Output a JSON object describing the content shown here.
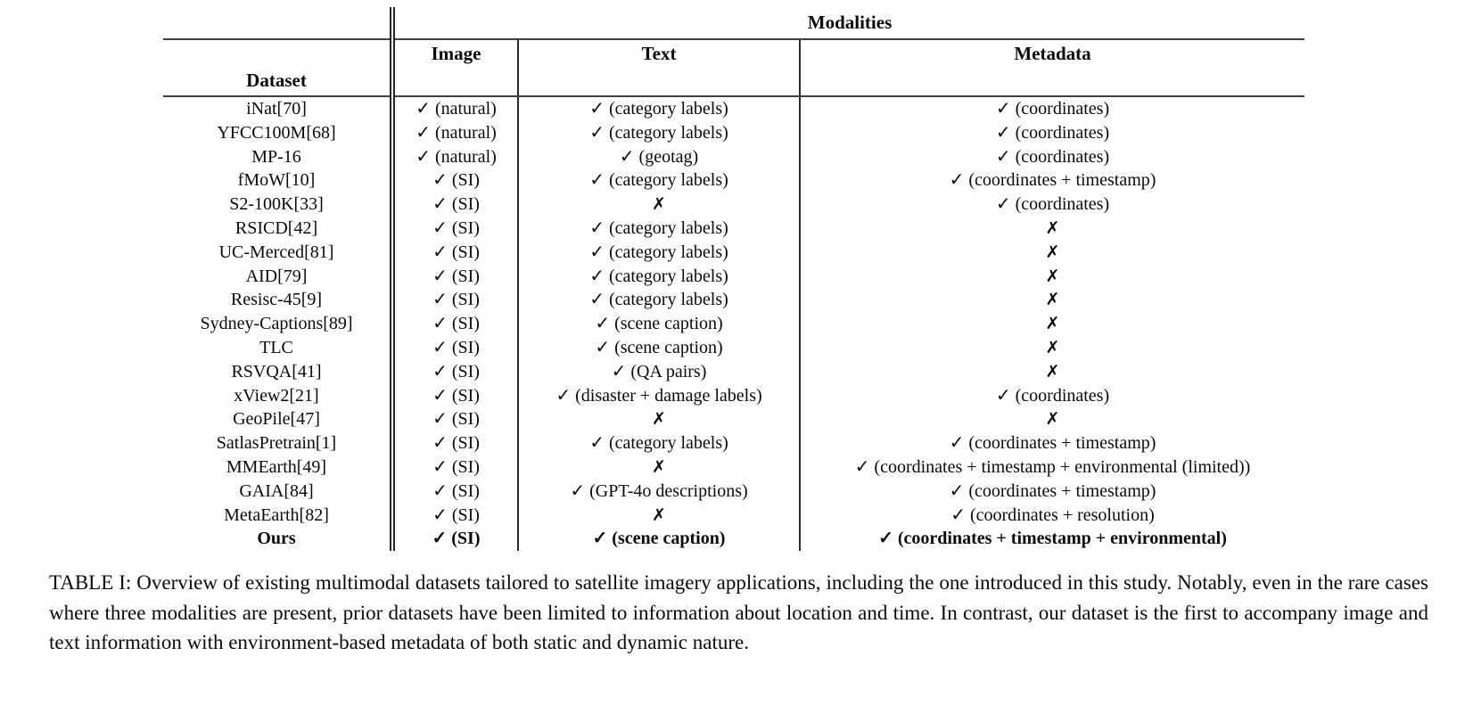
{
  "page": {
    "background_color": "#ffffff",
    "text_color": "#0a0a0a"
  },
  "glyphs": {
    "check-icon": "✓",
    "cross-icon": "✗"
  },
  "table": {
    "modalities_label": "Modalities",
    "column_headers": {
      "dataset": "Dataset",
      "image": "Image",
      "text": "Text",
      "metadata": "Metadata"
    },
    "rows": [
      {
        "dataset": "iNat[70]",
        "image": "✓ (natural)",
        "text": "✓ (category labels)",
        "metadata": "✓ (coordinates)",
        "bold": false
      },
      {
        "dataset": "YFCC100M[68]",
        "image": "✓ (natural)",
        "text": "✓ (category labels)",
        "metadata": "✓ (coordinates)",
        "bold": false
      },
      {
        "dataset": "MP-16",
        "image": "✓ (natural)",
        "text": "✓ (geotag)",
        "metadata": "✓ (coordinates)",
        "bold": false
      },
      {
        "dataset": "fMoW[10]",
        "image": "✓ (SI)",
        "text": "✓ (category labels)",
        "metadata": "✓ (coordinates + timestamp)",
        "bold": false
      },
      {
        "dataset": "S2-100K[33]",
        "image": "✓ (SI)",
        "text": "✗",
        "metadata": "✓ (coordinates)",
        "bold": false
      },
      {
        "dataset": "RSICD[42]",
        "image": "✓ (SI)",
        "text": "✓ (category labels)",
        "metadata": "✗",
        "bold": false
      },
      {
        "dataset": "UC-Merced[81]",
        "image": "✓ (SI)",
        "text": "✓ (category labels)",
        "metadata": "✗",
        "bold": false
      },
      {
        "dataset": "AID[79]",
        "image": "✓ (SI)",
        "text": "✓ (category labels)",
        "metadata": "✗",
        "bold": false
      },
      {
        "dataset": "Resisc-45[9]",
        "image": "✓ (SI)",
        "text": "✓ (category labels)",
        "metadata": "✗",
        "bold": false
      },
      {
        "dataset": "Sydney-Captions[89]",
        "image": "✓ (SI)",
        "text": "✓ (scene caption)",
        "metadata": "✗",
        "bold": false
      },
      {
        "dataset": "TLC",
        "image": "✓ (SI)",
        "text": "✓ (scene caption)",
        "metadata": "✗",
        "bold": false
      },
      {
        "dataset": "RSVQA[41]",
        "image": "✓ (SI)",
        "text": "✓ (QA pairs)",
        "metadata": "✗",
        "bold": false
      },
      {
        "dataset": "xView2[21]",
        "image": "✓ (SI)",
        "text": "✓ (disaster + damage labels)",
        "metadata": "✓ (coordinates)",
        "bold": false
      },
      {
        "dataset": "GeoPile[47]",
        "image": "✓ (SI)",
        "text": "✗",
        "metadata": "✗",
        "bold": false
      },
      {
        "dataset": "SatlasPretrain[1]",
        "image": "✓ (SI)",
        "text": "✓ (category labels)",
        "metadata": "✓ (coordinates + timestamp)",
        "bold": false
      },
      {
        "dataset": "MMEarth[49]",
        "image": "✓ (SI)",
        "text": "✗",
        "metadata": "✓ (coordinates + timestamp + environmental (limited))",
        "bold": false
      },
      {
        "dataset": "GAIA[84]",
        "image": "✓ (SI)",
        "text": "✓ (GPT-4o descriptions)",
        "metadata": "✓ (coordinates + timestamp)",
        "bold": false
      },
      {
        "dataset": "MetaEarth[82]",
        "image": "✓ (SI)",
        "text": "✗",
        "metadata": "✓ (coordinates + resolution)",
        "bold": false
      },
      {
        "dataset": "Ours",
        "image": "✓ (SI)",
        "text": "✓ (scene caption)",
        "metadata": "✓ (coordinates + timestamp + environmental)",
        "bold": true
      }
    ]
  },
  "caption": {
    "text": "TABLE I: Overview of existing multimodal datasets tailored to satellite imagery applications, including the one introduced in this study. Notably, even in the rare cases where three modalities are present, prior datasets have been limited to information about location and time. In contrast, our dataset is the first to accompany image and text information with environment-based metadata of both static and dynamic nature."
  }
}
